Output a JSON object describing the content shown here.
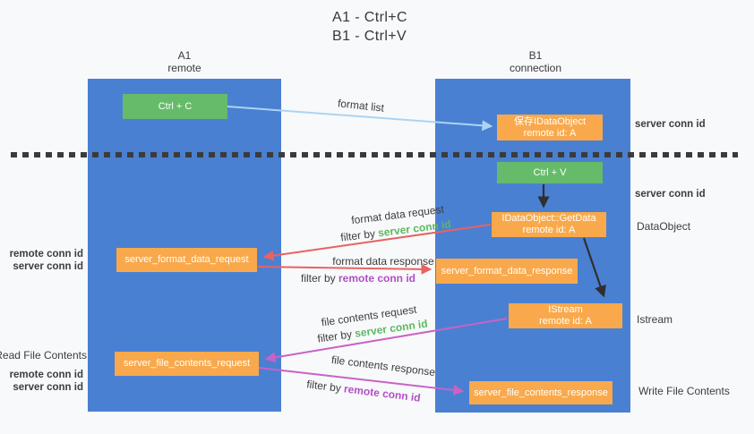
{
  "title": {
    "line1": "A1 - Ctrl+C",
    "line2": "B1 - Ctrl+V"
  },
  "columns": {
    "a1": {
      "name": "A1",
      "role": "remote"
    },
    "b1": {
      "name": "B1",
      "role": "connection"
    }
  },
  "boxes": {
    "ctrl_c": {
      "label": "Ctrl + C"
    },
    "save_dataobject": {
      "line1": "保存IDataObject",
      "line2": "remote id: A"
    },
    "ctrl_v": {
      "label": "Ctrl + V"
    },
    "getdata": {
      "line1": "IDataObject::GetData",
      "line2": "remote id: A"
    },
    "server_format_data_request": {
      "label": "server_format_data_request"
    },
    "server_format_data_response": {
      "label": "server_format_data_response"
    },
    "istream": {
      "line1": "IStream",
      "line2": "remote id: A"
    },
    "server_file_contents_request": {
      "label": "server_file_contents_request"
    },
    "server_file_contents_response": {
      "label": "server_file_contents_response"
    }
  },
  "arrow_labels": {
    "format_list": "format list",
    "format_data_request": "format data request",
    "format_data_response": "format data response",
    "file_contents_request": "file contents request",
    "file_contents_response": "file contents response",
    "filter_by": "filter by ",
    "server_conn_id": "server conn id",
    "remote_conn_id": "remote conn id"
  },
  "side_labels": {
    "read_file_contents": "Read File Contents",
    "write_file_contents": "Write File Contents",
    "dataobject": "DataObject",
    "istream": "Istream"
  },
  "colors": {
    "panel_blue": "#4a80d2",
    "box_green": "#66bb6a",
    "box_orange": "#f9a94b",
    "green_text": "#5cb860",
    "purple_text": "#b04fc5",
    "arrow_red": "#e86262",
    "arrow_magenta": "#c763c7",
    "arrow_blue": "#aad4f2",
    "arrow_black": "#2f2f2f",
    "dotted_line": "#3b3b3b"
  }
}
